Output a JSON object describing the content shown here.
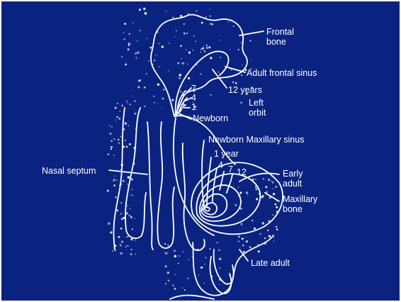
{
  "labels": {
    "frontal_bone": "Frontal\nbone",
    "adult_frontal_sinus": "Adult frontal sinus",
    "twelve_years_upper": "12 years",
    "seven_upper": "7",
    "four_upper": "4",
    "one_upper": "1",
    "newborn_upper": "Newborn",
    "left_orbit": "Left\norbit",
    "newborn_maxillary_sinus": "Newborn Maxillary sinus",
    "one_year": "1 year",
    "four_lower": "4",
    "seven_lower": "7",
    "twelve_lower": "12",
    "early_adult": "Early\nadult",
    "nasal_septum": "Nasal septum",
    "maxillary_bone": "Maxillary\nbone",
    "late_adult": "Late adult"
  },
  "colors": {
    "background": "#0a2380",
    "lines": "#ffffff"
  }
}
